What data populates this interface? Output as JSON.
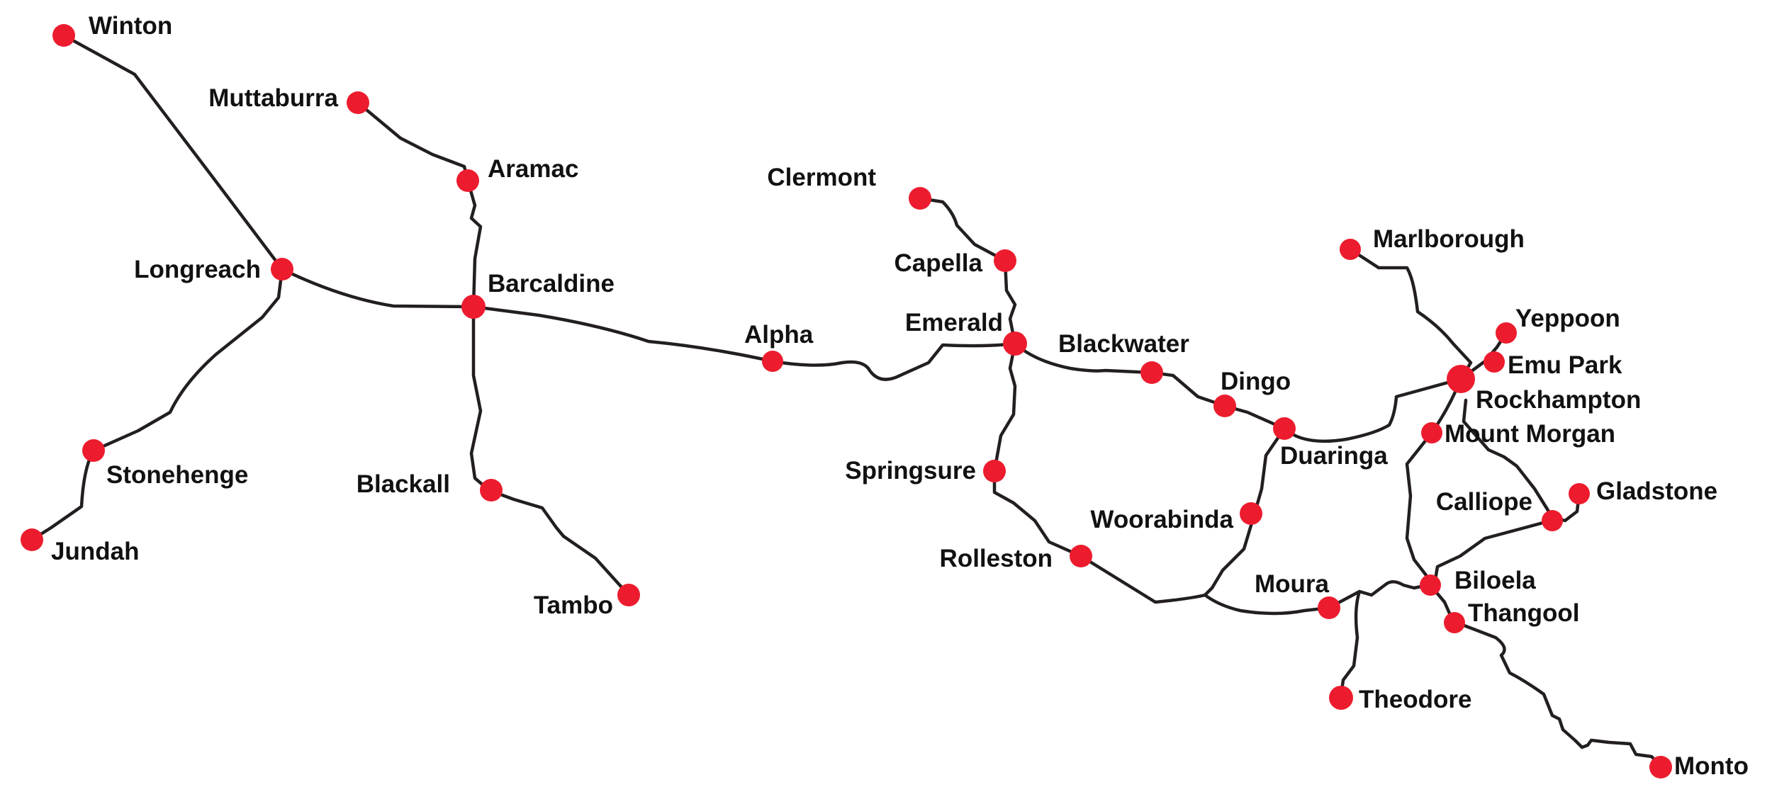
{
  "colors": {
    "background": "#ffffff",
    "route_line": "#231f20",
    "town_marker": "#ec1c2e",
    "label_text": "#111111"
  },
  "towns": [
    {
      "id": "winton",
      "label": "Winton"
    },
    {
      "id": "muttaburra",
      "label": "Muttaburra"
    },
    {
      "id": "aramac",
      "label": "Aramac"
    },
    {
      "id": "longreach",
      "label": "Longreach"
    },
    {
      "id": "barcaldine",
      "label": "Barcaldine"
    },
    {
      "id": "stonehenge",
      "label": "Stonehenge"
    },
    {
      "id": "jundah",
      "label": "Jundah"
    },
    {
      "id": "blackall",
      "label": "Blackall"
    },
    {
      "id": "tambo",
      "label": "Tambo"
    },
    {
      "id": "alpha",
      "label": "Alpha"
    },
    {
      "id": "clermont",
      "label": "Clermont"
    },
    {
      "id": "capella",
      "label": "Capella"
    },
    {
      "id": "emerald",
      "label": "Emerald"
    },
    {
      "id": "blackwater",
      "label": "Blackwater"
    },
    {
      "id": "dingo",
      "label": "Dingo"
    },
    {
      "id": "duaringa",
      "label": "Duaringa"
    },
    {
      "id": "springsure",
      "label": "Springsure"
    },
    {
      "id": "woorabinda",
      "label": "Woorabinda"
    },
    {
      "id": "rolleston",
      "label": "Rolleston"
    },
    {
      "id": "moura",
      "label": "Moura"
    },
    {
      "id": "theodore",
      "label": "Theodore"
    },
    {
      "id": "marlborough",
      "label": "Marlborough"
    },
    {
      "id": "yeppoon",
      "label": "Yeppoon"
    },
    {
      "id": "emu-park",
      "label": "Emu Park"
    },
    {
      "id": "rockhampton",
      "label": "Rockhampton"
    },
    {
      "id": "mount-morgan",
      "label": "Mount Morgan"
    },
    {
      "id": "calliope",
      "label": "Calliope"
    },
    {
      "id": "gladstone",
      "label": "Gladstone"
    },
    {
      "id": "biloela",
      "label": "Biloela"
    },
    {
      "id": "thangool",
      "label": "Thangool"
    },
    {
      "id": "monto",
      "label": "Monto"
    }
  ]
}
